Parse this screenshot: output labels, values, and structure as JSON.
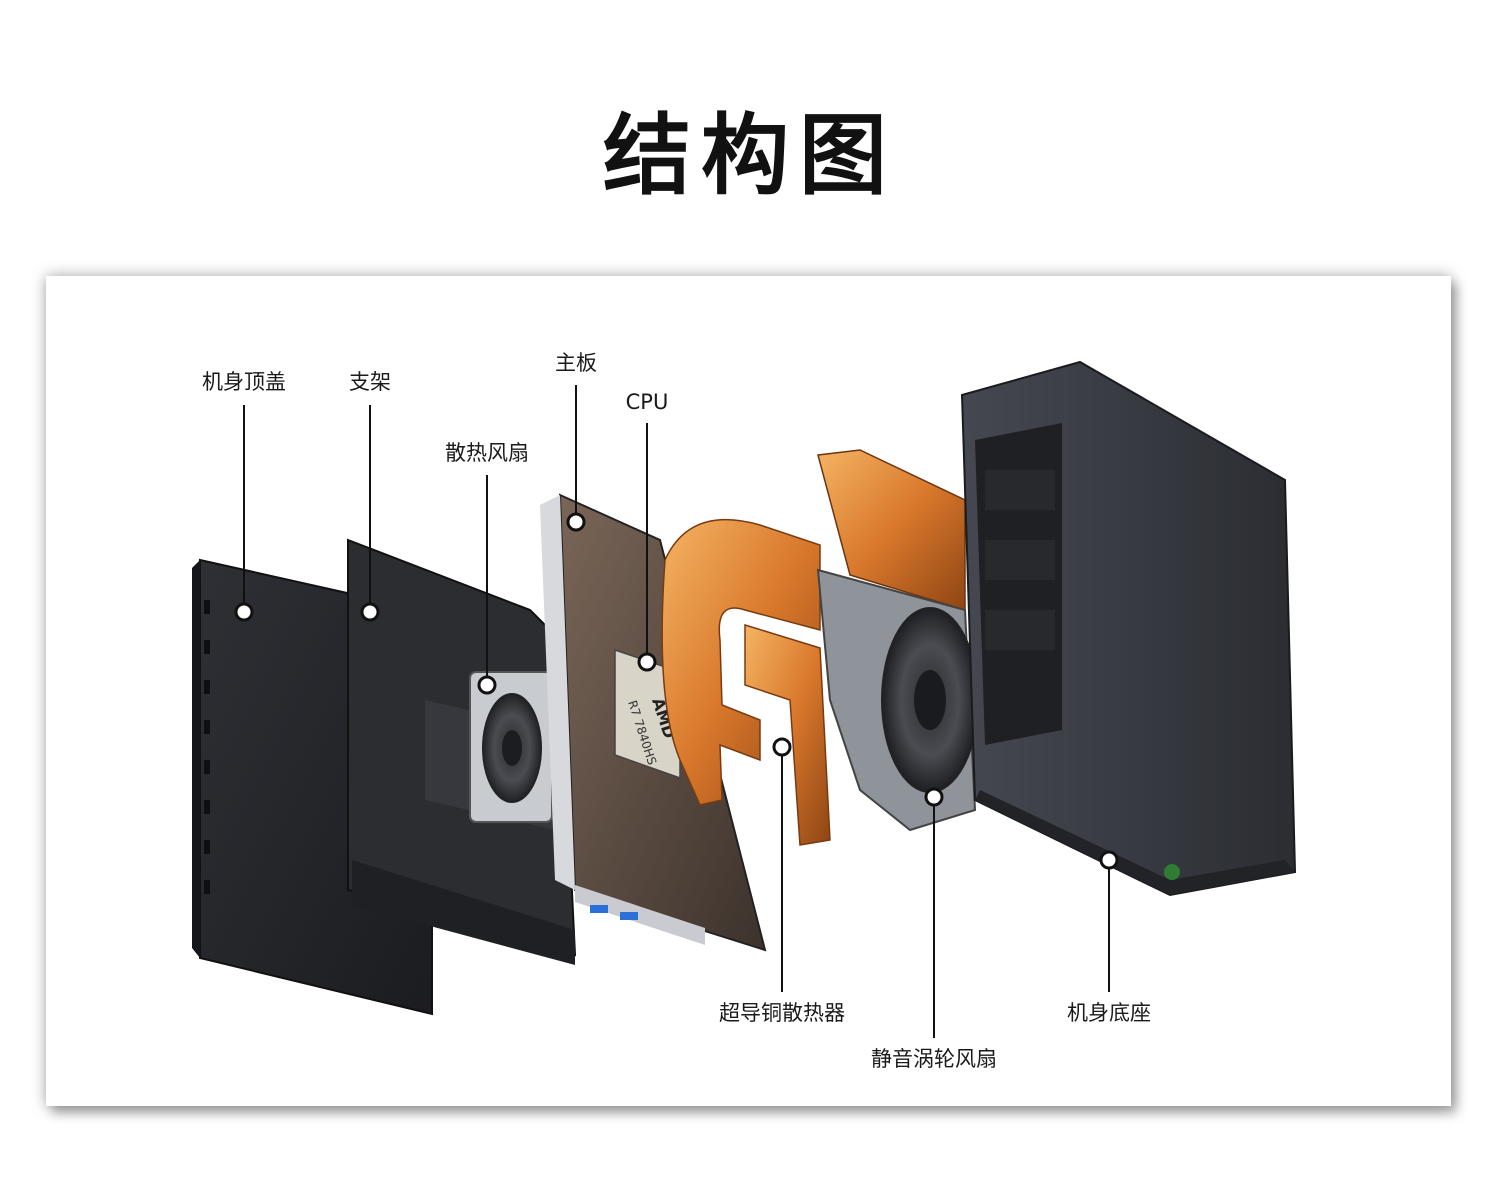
{
  "title": "结构图",
  "components": [
    {
      "id": "top-cover",
      "label": "机身顶盖"
    },
    {
      "id": "bracket",
      "label": "支架"
    },
    {
      "id": "cooling-fan",
      "label": "散热风扇"
    },
    {
      "id": "motherboard",
      "label": "主板"
    },
    {
      "id": "cpu",
      "label": "CPU"
    },
    {
      "id": "copper-heatsink",
      "label": "超导铜散热器"
    },
    {
      "id": "turbo-fan",
      "label": "静音涡轮风扇"
    },
    {
      "id": "chassis-base",
      "label": "机身底座"
    }
  ],
  "cpu_chip": {
    "brand": "AMD",
    "model": "R7 7840HS"
  },
  "colors": {
    "chassis": "#3a3d44",
    "copper": "#e0883a",
    "board": "#5a4c42",
    "line": "#111111"
  }
}
